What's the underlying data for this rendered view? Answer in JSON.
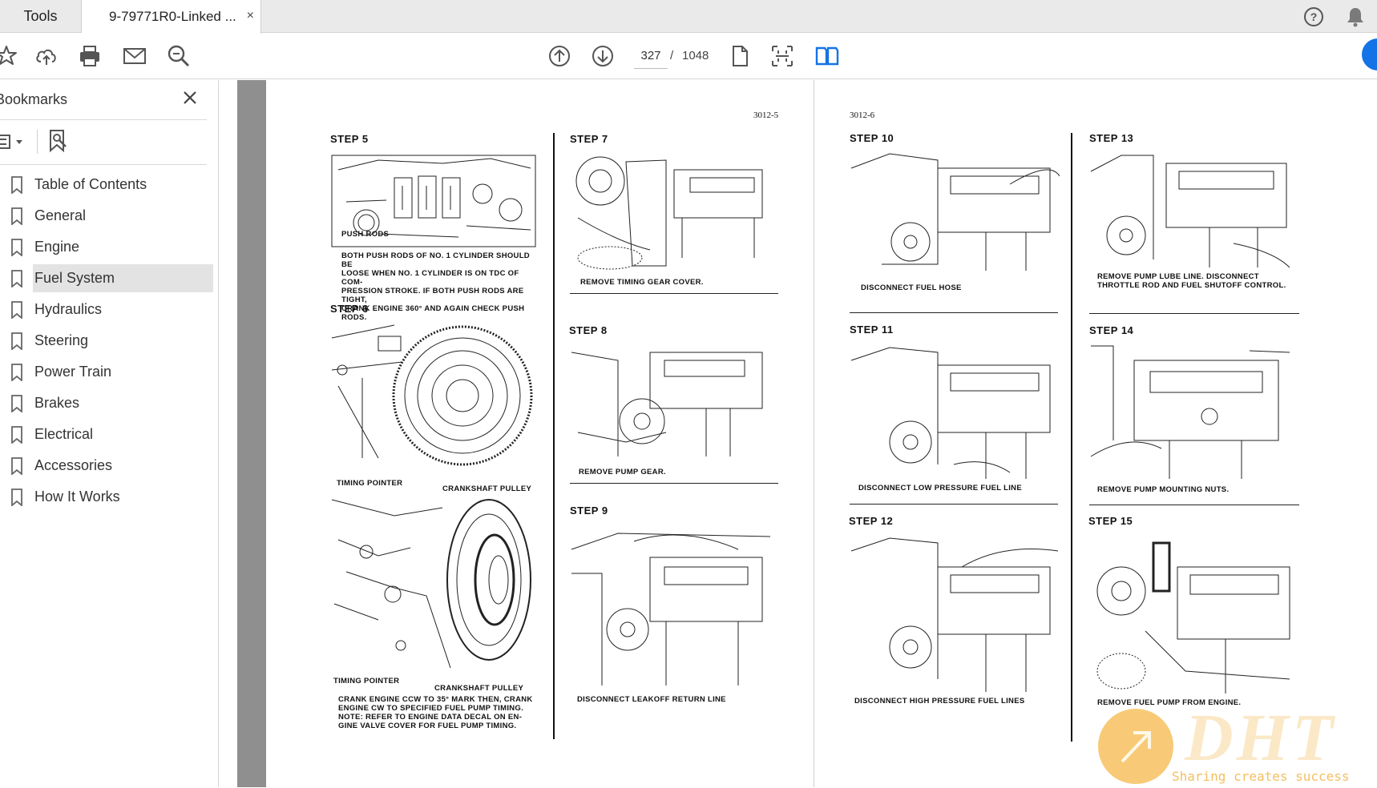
{
  "tabs": {
    "tools_label": "Tools",
    "document_label": "9-79771R0-Linked ...",
    "close_glyph": "×"
  },
  "toolbar": {
    "current_page": "327",
    "page_separator": "/",
    "total_pages": "1048",
    "icons": [
      "star-icon",
      "upload-cloud-icon",
      "print-icon",
      "email-icon",
      "zoom-icon",
      "page-up-icon",
      "page-down-icon",
      "single-page-icon",
      "fit-page-icon",
      "two-page-icon"
    ],
    "accent_color": "#1473e6"
  },
  "bookmarks": {
    "title": "Bookmarks",
    "items": [
      {
        "label": "Table of Contents"
      },
      {
        "label": "General"
      },
      {
        "label": "Engine"
      },
      {
        "label": "Fuel System",
        "selected": true
      },
      {
        "label": "Hydraulics"
      },
      {
        "label": "Steering"
      },
      {
        "label": "Power Train"
      },
      {
        "label": "Brakes"
      },
      {
        "label": "Electrical"
      },
      {
        "label": "Accessories"
      },
      {
        "label": "How It Works"
      }
    ]
  },
  "document": {
    "left_page_number": "3012-5",
    "right_page_number": "3012-6",
    "steps": {
      "s5": {
        "title": "STEP 5",
        "label": "PUSH RODS",
        "caption": [
          "BOTH PUSH RODS OF NO. 1 CYLINDER SHOULD BE",
          "LOOSE WHEN NO. 1 CYLINDER IS ON TDC OF COM-",
          "PRESSION STROKE. IF BOTH PUSH RODS ARE TIGHT,",
          "CRANK ENGINE 360° AND AGAIN CHECK PUSH",
          "RODS."
        ]
      },
      "s6": {
        "title": "STEP 6",
        "label_a1": "TIMING POINTER",
        "label_a2": "CRANKSHAFT PULLEY",
        "label_b1": "TIMING POINTER",
        "label_b2": "CRANKSHAFT PULLEY",
        "caption": [
          "CRANK ENGINE CCW TO 35° MARK THEN, CRANK",
          "ENGINE CW TO SPECIFIED FUEL PUMP TIMING.",
          "NOTE: REFER TO ENGINE DATA DECAL ON EN-",
          "GINE VALVE COVER FOR FUEL PUMP TIMING."
        ]
      },
      "s7": {
        "title": "STEP 7",
        "caption": "REMOVE TIMING GEAR COVER."
      },
      "s8": {
        "title": "STEP 8",
        "caption": "REMOVE PUMP GEAR."
      },
      "s9": {
        "title": "STEP 9",
        "caption": "DISCONNECT LEAKOFF RETURN LINE"
      },
      "s10": {
        "title": "STEP 10",
        "caption": "DISCONNECT FUEL HOSE"
      },
      "s11": {
        "title": "STEP 11",
        "caption": "DISCONNECT LOW PRESSURE FUEL LINE"
      },
      "s12": {
        "title": "STEP 12",
        "caption": "DISCONNECT HIGH PRESSURE FUEL LINES"
      },
      "s13": {
        "title": "STEP 13",
        "caption": [
          "REMOVE PUMP LUBE LINE. DISCONNECT",
          "THROTTLE ROD AND FUEL SHUTOFF CONTROL."
        ]
      },
      "s14": {
        "title": "STEP 14",
        "caption": "REMOVE PUMP MOUNTING NUTS."
      },
      "s15": {
        "title": "STEP 15",
        "caption": "REMOVE FUEL PUMP FROM ENGINE."
      }
    }
  },
  "watermark": {
    "logo": "DHT",
    "tagline": "Sharing creates success"
  }
}
